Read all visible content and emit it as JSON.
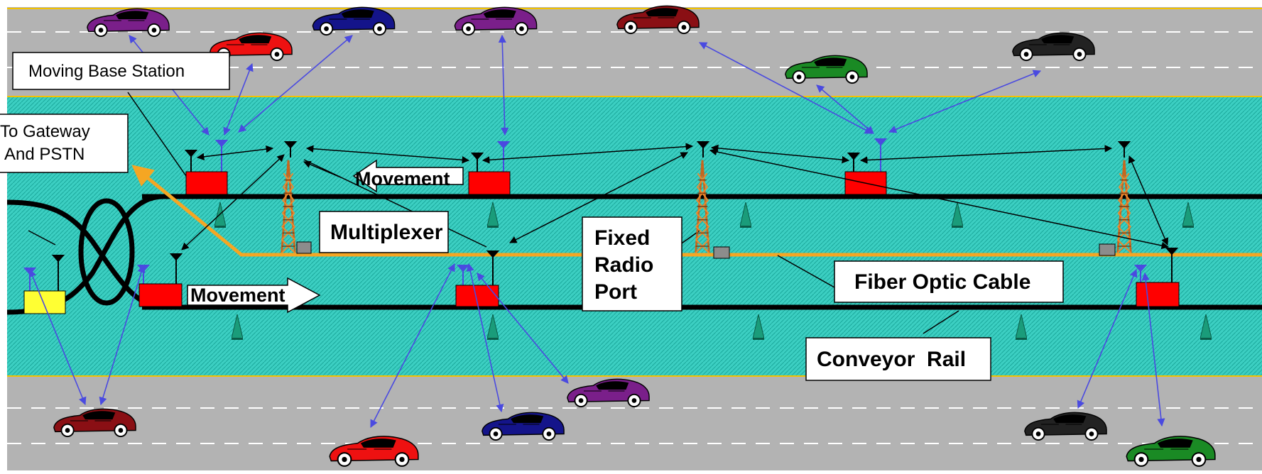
{
  "labels": {
    "moving_base_station": "Moving Base Station",
    "gateway_line1": "To Gateway",
    "gateway_line2": "And PSTN",
    "movement_upper": "Movement",
    "movement_lower": "Movement",
    "multiplexer": "Multiplexer",
    "fixed_line1": "Fixed",
    "fixed_line2": "Radio",
    "fixed_line3": "Port",
    "fiber": "Fiber Optic Cable",
    "conveyor": "Conveyor  Rail"
  },
  "colors": {
    "road": "#b3b3b3",
    "median": "#33ccbf",
    "lane_edge": "#f2c200",
    "rail": "#000000",
    "fiber": "#f5a623",
    "base_station": "#ff0000",
    "gateway_station": "#ffff33",
    "radio_link": "#4a4ae0",
    "backbone_link": "#000000"
  }
}
